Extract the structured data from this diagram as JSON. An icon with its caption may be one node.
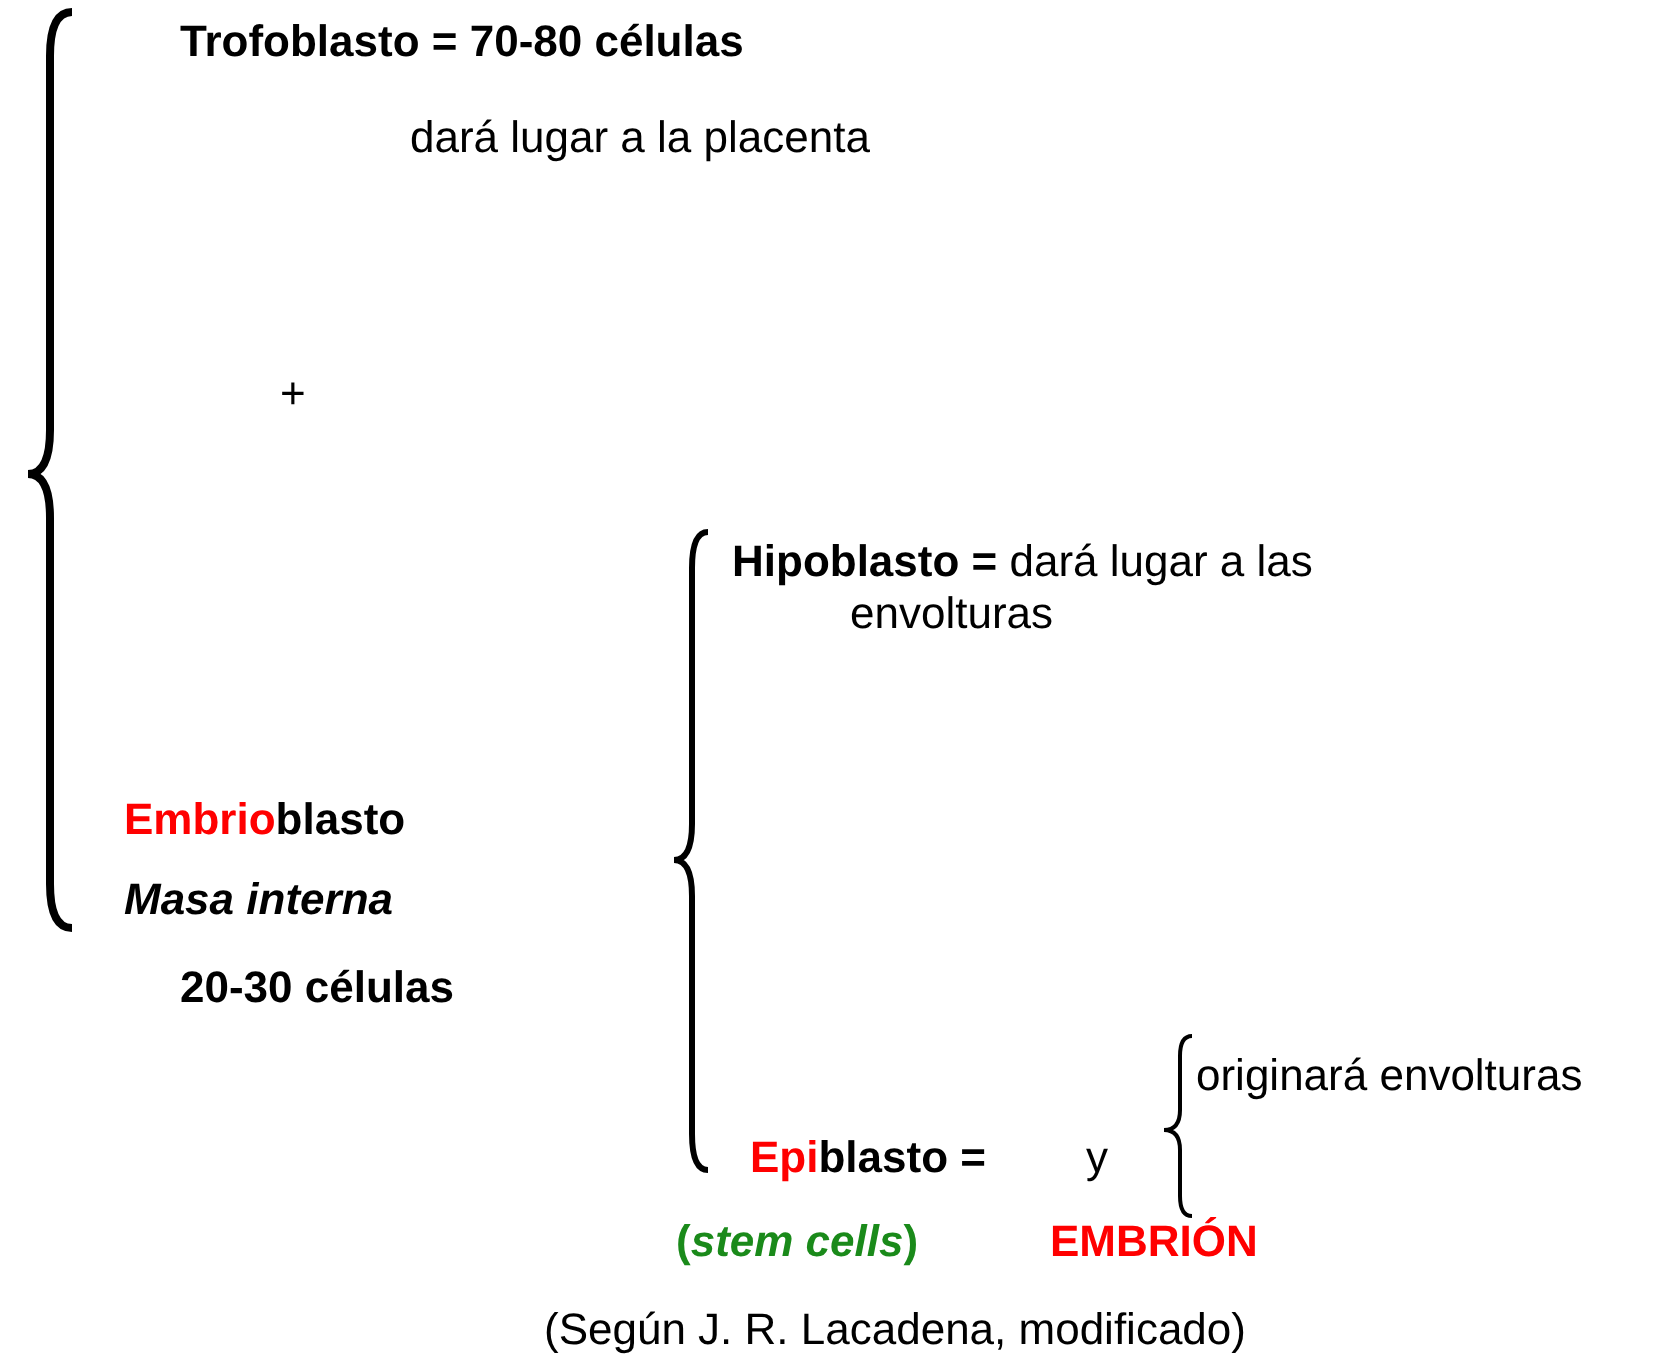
{
  "diagram": {
    "caption": "(Según J. R. Lacadena, modificado)",
    "labels": [
      "Trofoblasto = 70-80 células",
      "dará lugar a la placenta",
      "+",
      "**Hipoblasto =** dará lugar a las envolturas",
      "Embrioblasto",
      "Masa interna",
      "20-30 células",
      "originará envolturas",
      "Epiblasto =",
      "y",
      "(*stem cells*)",
      "EMBRIÓN"
    ]
  }
}
